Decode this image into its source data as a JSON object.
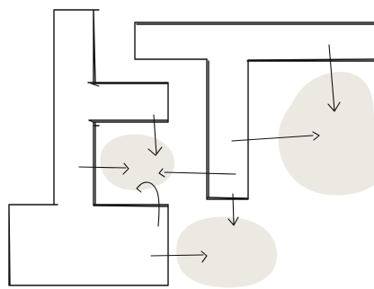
{
  "sketch": {
    "blob_fill_color": "#ECE9E2",
    "ink_color": "#111111",
    "background_color": "#FFFFFF",
    "marks": [
      {
        "name": "left-tall-bar"
      },
      {
        "name": "upper-notch"
      },
      {
        "name": "mid-box"
      },
      {
        "name": "t-top-bar"
      },
      {
        "name": "t-stem"
      },
      {
        "name": "base-block"
      }
    ],
    "blobs": [
      {
        "name": "left-shaded-region"
      },
      {
        "name": "right-shaded-region"
      },
      {
        "name": "bottom-shaded-region"
      }
    ]
  }
}
